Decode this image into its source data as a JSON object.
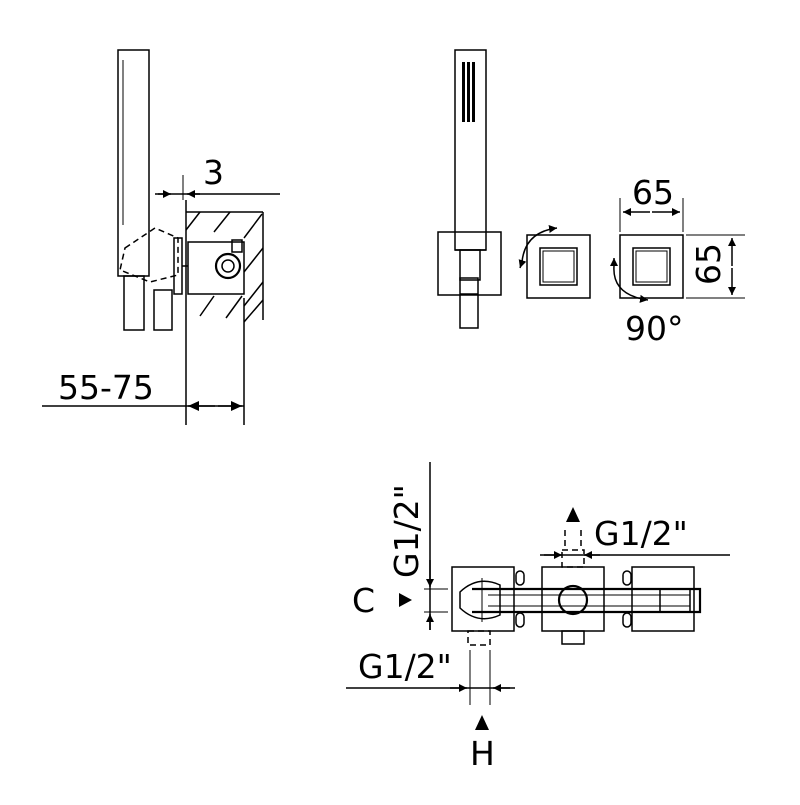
{
  "labels": {
    "side_wall_gap": "3",
    "side_depth": "55-75",
    "plate_width": "65",
    "plate_height": "65",
    "rotation": "90°",
    "top_outlet": "G1/2\"",
    "left_inlet": "G1/2\"",
    "bottom_inlet": "G1/2\"",
    "cold_marker": "C",
    "hot_marker": "H"
  }
}
